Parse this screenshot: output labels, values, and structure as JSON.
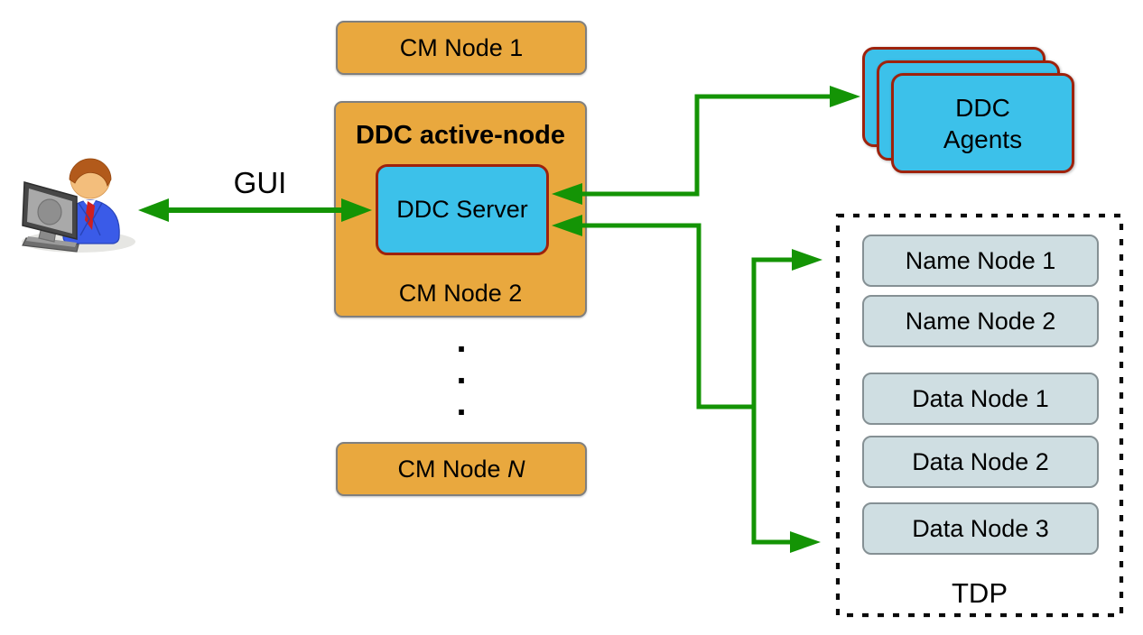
{
  "colors": {
    "green": "#149405",
    "orange": "#E9A83E",
    "orange_border": "#7F7F7F",
    "cyan": "#3CC1EA",
    "cyan_border": "#9E220C",
    "node_fill": "#CFDEE2",
    "node_border": "#859094",
    "ink": "#000000"
  },
  "labels": {
    "gui": "GUI"
  },
  "cm_nodes": {
    "node1": "CM Node 1"
  },
  "active_node": {
    "title": "DDC active-node",
    "server": "DDC Server",
    "footer": "CM Node 2"
  },
  "cm_node_n": {
    "prefix": "CM Node ",
    "variable": "N"
  },
  "ellipsis": {
    "dot": "."
  },
  "agents": {
    "line1": "DDC",
    "line2": "Agents"
  },
  "tdp": {
    "label": "TDP",
    "nodes": [
      "Name Node 1",
      "Name Node 2",
      "Data Node 1",
      "Data Node 2",
      "Data Node 3"
    ]
  }
}
